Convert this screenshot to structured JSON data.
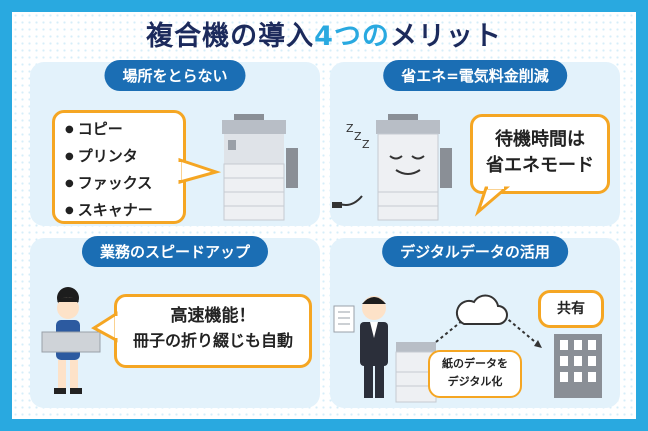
{
  "title": {
    "left": "複合機の導入",
    "accent": "4つの",
    "right": "メリット"
  },
  "panels": [
    {
      "heading": "場所をとらない",
      "items": [
        "コピー",
        "プリンタ",
        "ファックス",
        "スキャナー"
      ]
    },
    {
      "heading": "省エネ=電気料金削減",
      "bubble": [
        "待機時間は",
        "省エネモード"
      ]
    },
    {
      "heading": "業務のスピードアップ",
      "bubble": [
        "高速機能！",
        "冊子の折り綴じも自動"
      ]
    },
    {
      "heading": "デジタルデータの活用",
      "share": "共有",
      "bubble": [
        "紙のデータを",
        "デジタル化"
      ]
    }
  ],
  "colors": {
    "frame": "#29a9e0",
    "pill": "#1b6eb4",
    "callout_border": "#f5a623",
    "title": "#1c2a5c"
  }
}
